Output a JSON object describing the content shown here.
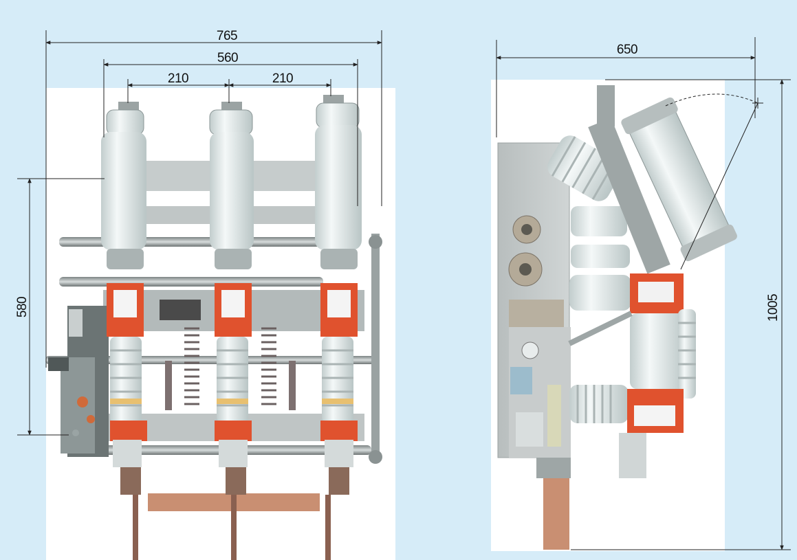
{
  "front_view": {
    "dimensions": {
      "overall_width": "765",
      "pole_span": "560",
      "pole_spacing_left": "210",
      "pole_spacing_right": "210",
      "height": "580"
    }
  },
  "side_view": {
    "dimensions": {
      "depth": "650",
      "height": "1005"
    }
  },
  "colors": {
    "background": "#d6ecf8",
    "photo_bg": "#ffffff",
    "insulator": "#dde6e6",
    "steel": "#a9b1b1",
    "mechanism_red": "#e0522e",
    "copper": "#c98f72",
    "dimension_line": "#222222"
  }
}
